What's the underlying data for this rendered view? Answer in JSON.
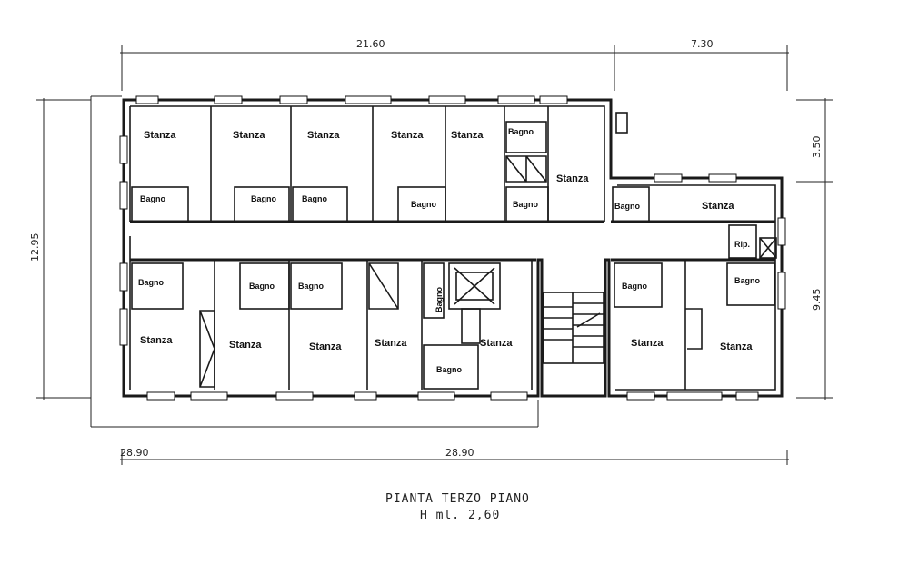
{
  "dimensions": {
    "top_left": "21.60",
    "top_right": "7.30",
    "left": "12.95",
    "right_upper": "3.50",
    "right_lower": "9.45",
    "bottom": "28.90",
    "bottom_left": "28.90"
  },
  "rooms": {
    "stanza": "Stanza",
    "bagno": "Bagno",
    "ripostiglio": "Rip."
  },
  "title": {
    "line1": "PIANTA TERZO PIANO",
    "line2": "H ml. 2,60"
  }
}
